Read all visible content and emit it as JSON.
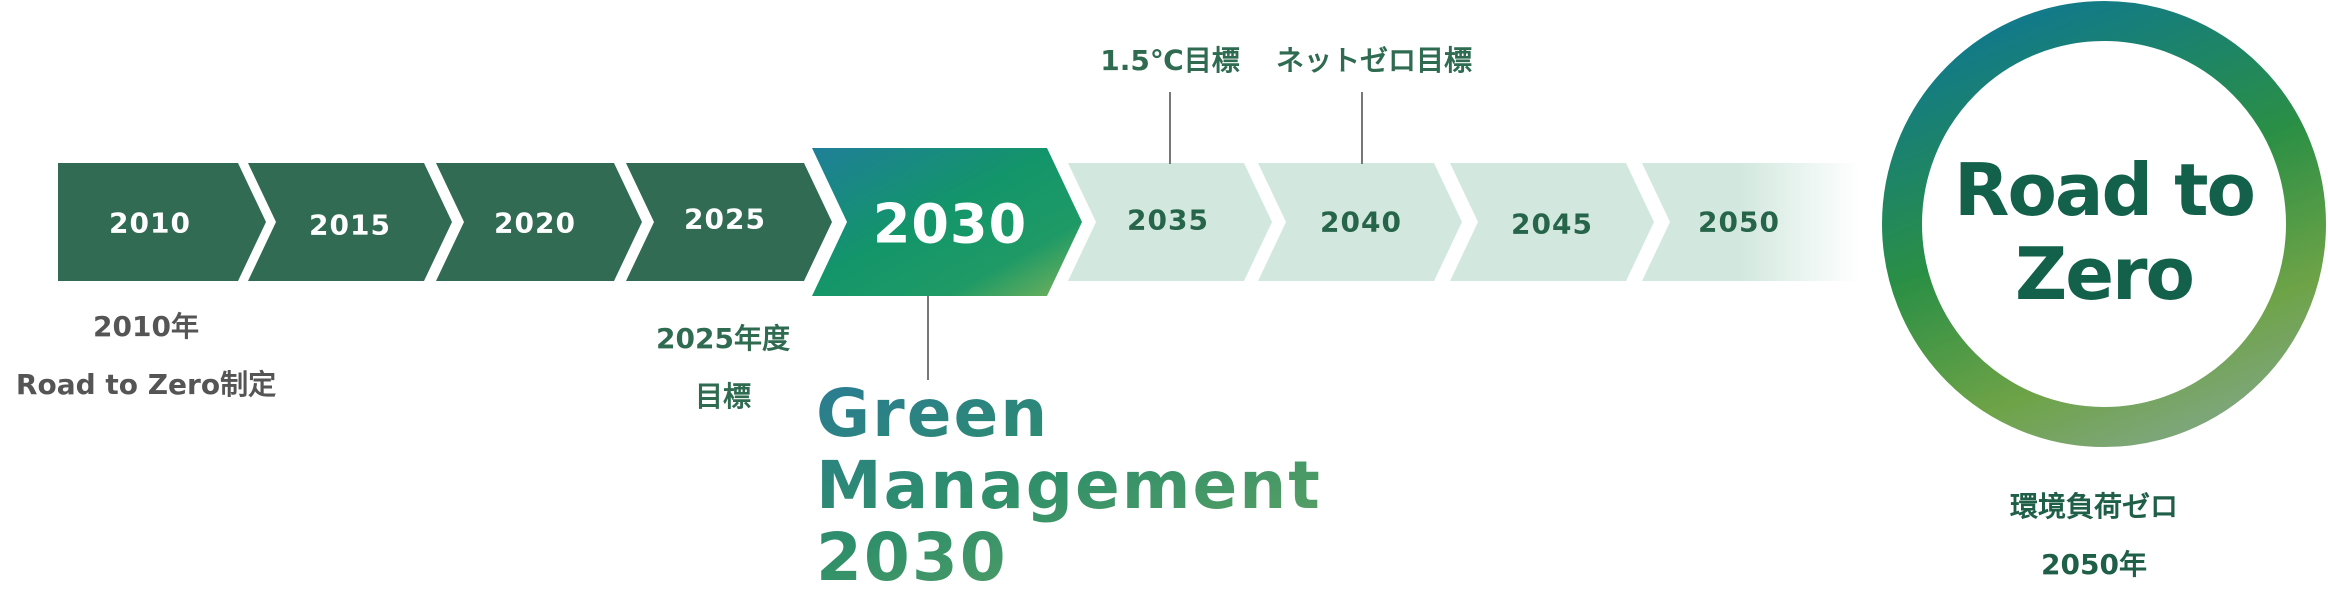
{
  "timeline": {
    "years": [
      "2010",
      "2015",
      "2020",
      "2025",
      "2030",
      "2035",
      "2040",
      "2045",
      "2050"
    ]
  },
  "milestones": {
    "m2010": {
      "line1": "2010年",
      "line2": "Road to Zero制定"
    },
    "m2025": {
      "line1": "2025年度",
      "line2": "目標"
    },
    "m2035": "1.5℃目標",
    "m2040": "ネットゼロ目標"
  },
  "green_management": {
    "line1": "Green",
    "line2": "Management",
    "line3": "2030"
  },
  "goal": {
    "title_line1": "Road to",
    "title_line2": "Zero",
    "caption_line1": "環境負荷ゼロ",
    "caption_line2": "2050年"
  },
  "colors": {
    "past": "#316b53",
    "future": "#d2e8df",
    "text_dark": "#13614a"
  }
}
